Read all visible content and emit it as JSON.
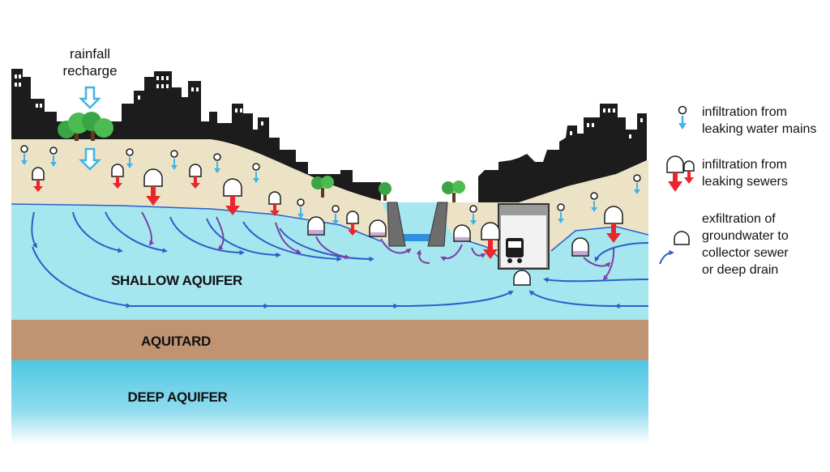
{
  "labels": {
    "rainfall_line1": "rainfall",
    "rainfall_line2": "recharge",
    "shallow_aquifer": "SHALLOW AQUIFER",
    "aquitard": "AQUITARD",
    "deep_aquifer": "DEEP AQUIFER"
  },
  "legend": [
    {
      "icon": "water-main-leak-icon",
      "lines": [
        "infiltration from",
        "leaking water mains"
      ]
    },
    {
      "icon": "sewer-leak-icon",
      "lines": [
        "infiltration from",
        "leaking sewers"
      ]
    },
    {
      "icon": "collector-drain-icon",
      "lines": [
        "exfiltration of",
        "groundwater to",
        "collector sewer",
        "or deep drain"
      ]
    }
  ],
  "colors": {
    "soil": "#ece3c7",
    "shallow_aquifer": "#a6e6ef",
    "aquitard": "#c09372",
    "deep_aquifer": "#4ec7e3",
    "buildings": "#1c1c1c",
    "flow_arrows": "#2b5fc9",
    "sewer_flow_arrows": "#7b3fa6",
    "water_main_arrows": "#3fb4e6",
    "sewer_arrows": "#e8262c",
    "trees": "#3aa544"
  }
}
